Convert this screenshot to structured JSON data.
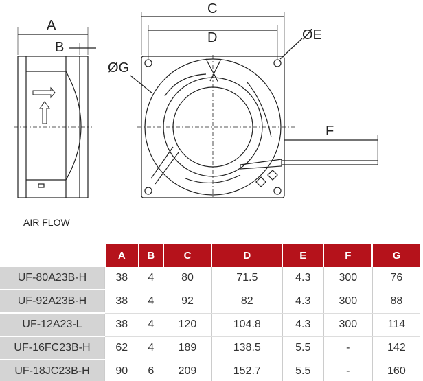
{
  "diagram": {
    "labels": {
      "A": "A",
      "B": "B",
      "C": "C",
      "D": "D",
      "E": "ØE",
      "F": "F",
      "G": "ØG"
    },
    "airflow": "AIR FLOW"
  },
  "table": {
    "headers": [
      "A",
      "B",
      "C",
      "D",
      "E",
      "F",
      "G"
    ],
    "rows": [
      {
        "model": "UF-80A23B-H",
        "values": [
          "38",
          "4",
          "80",
          "71.5",
          "4.3",
          "300",
          "76"
        ]
      },
      {
        "model": "UF-92A23B-H",
        "values": [
          "38",
          "4",
          "92",
          "82",
          "4.3",
          "300",
          "88"
        ]
      },
      {
        "model": "UF-12A23-L",
        "values": [
          "38",
          "4",
          "120",
          "104.8",
          "4.3",
          "300",
          "114"
        ]
      },
      {
        "model": "UF-16FC23B-H",
        "values": [
          "62",
          "4",
          "189",
          "138.5",
          "5.5",
          "-",
          "142"
        ]
      },
      {
        "model": "UF-18JC23B-H",
        "values": [
          "90",
          "6",
          "209",
          "152.7",
          "5.5",
          "-",
          "160"
        ]
      }
    ],
    "header_color": "#b5121b"
  }
}
